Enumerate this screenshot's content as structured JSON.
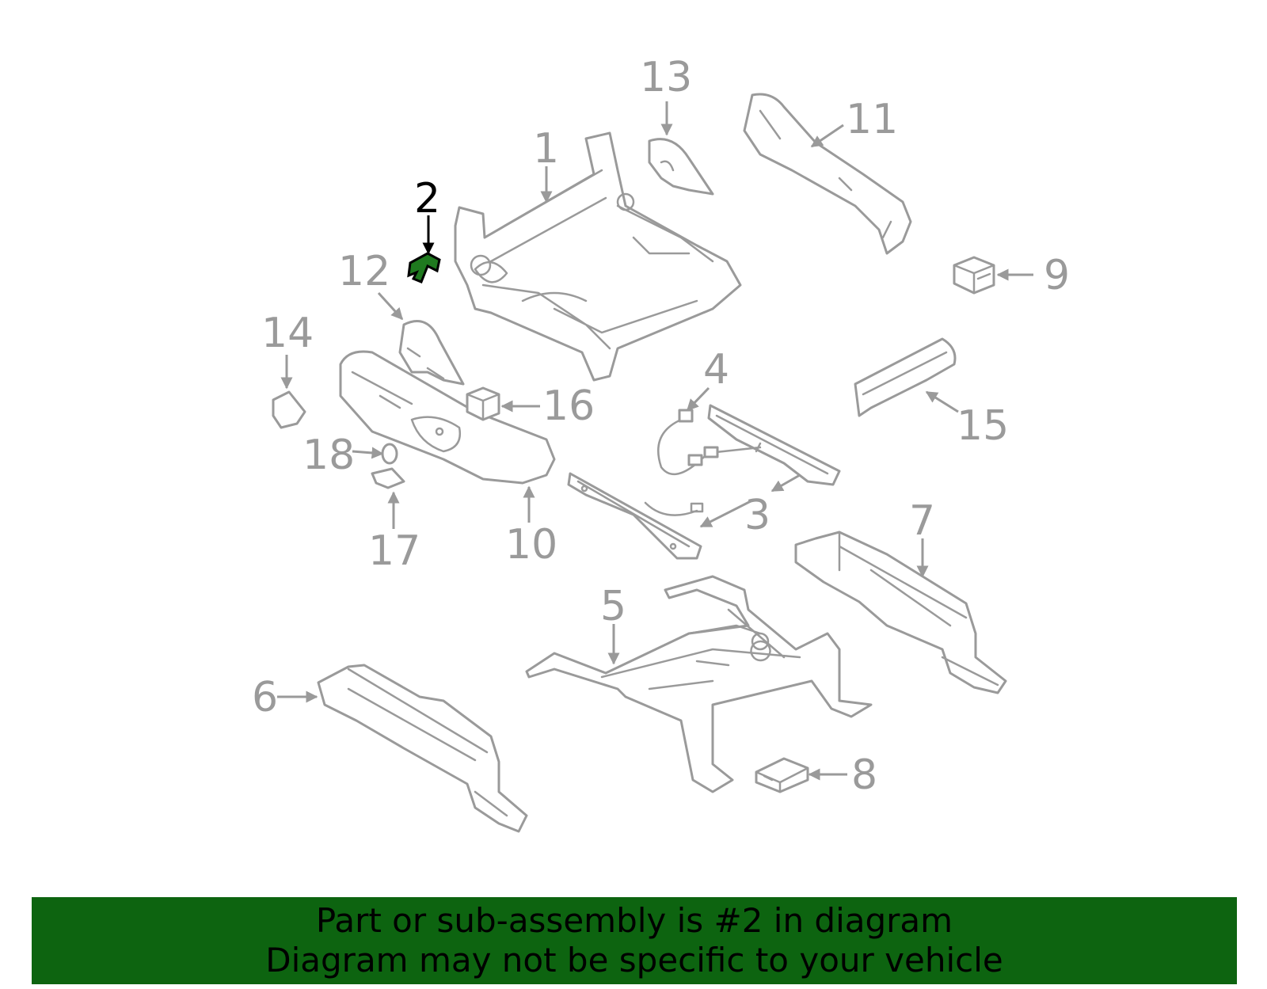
{
  "highlight_color": "#1f7a1f",
  "line_color": "#9a9a9a",
  "banner_color": "#0d6410",
  "callouts": {
    "c1": "1",
    "c2": "2",
    "c3": "3",
    "c4": "4",
    "c5": "5",
    "c6": "6",
    "c7": "7",
    "c8": "8",
    "c9": "9",
    "c10": "10",
    "c11": "11",
    "c12": "12",
    "c13": "13",
    "c14": "14",
    "c15": "15",
    "c16": "16",
    "c17": "17",
    "c18": "18"
  },
  "highlighted_part": "2",
  "banner": {
    "line1": "Part or sub-assembly is #2 in diagram",
    "line2": "Diagram may not be specific to your vehicle"
  }
}
